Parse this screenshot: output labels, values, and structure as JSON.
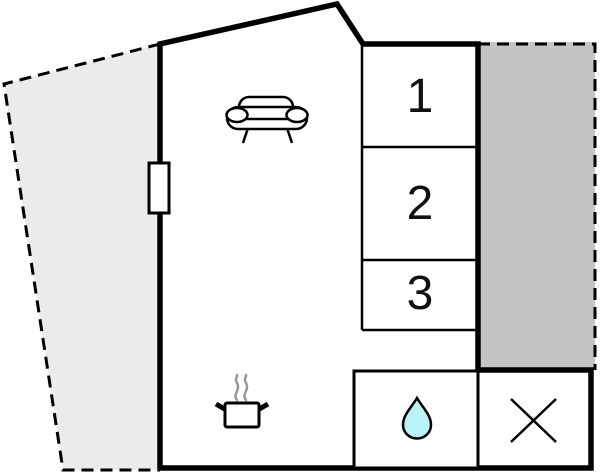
{
  "floorplan": {
    "rooms": [
      {
        "number": "1"
      },
      {
        "number": "2"
      },
      {
        "number": "3"
      }
    ],
    "colors": {
      "wall": "#000000",
      "terrace_fill": "#ebebeb",
      "side_area_fill": "#c4c4c4",
      "interior_fill": "#ffffff",
      "water_drop_fill": "#baf3f3",
      "steam": "#999999"
    },
    "icons": [
      "sofa-icon",
      "window-icon",
      "cooking-pot-icon",
      "steam-icon",
      "water-drop-icon",
      "cross-icon"
    ]
  }
}
